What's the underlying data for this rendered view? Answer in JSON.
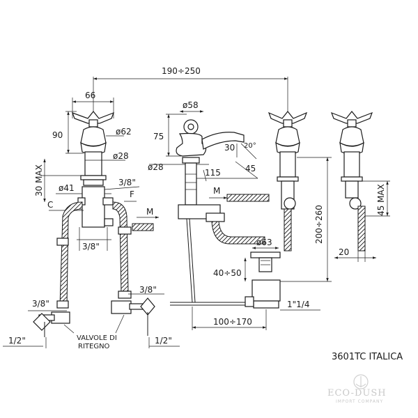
{
  "diagram": {
    "dimensions": {
      "d_190_250": "190÷250",
      "d_66": "66",
      "d_58": "ø58",
      "d_90": "90",
      "d_62": "ø62",
      "d_75": "75",
      "d_28_left": "ø28",
      "d_30_20": "30",
      "d_angle": "20°",
      "d_28_mid": "ø28",
      "d_30max": "30 MAX",
      "d_115": "115",
      "d_45": "45",
      "d_41": "ø41",
      "d_38_top": "3/8\"",
      "d_F": "F",
      "d_C": "C",
      "d_M_left": "M",
      "d_M_mid": "M",
      "d_38_mid": "3/8\"",
      "d_200_260": "200÷260",
      "d_45max": "45 MAX",
      "d_63": "ø63",
      "d_40_50": "40÷50",
      "d_20": "20",
      "d_38_low": "3/8\"",
      "d_38_right": "3/8\"",
      "d_1_14": "1\"1/4",
      "d_100_170": "100÷170",
      "d_12_left": "1/2\"",
      "d_12_right": "1/2\"",
      "valve_line1": "VALVOLE DI",
      "valve_line2": "RITEGNO"
    },
    "product_code": "3601TC  ITALICA",
    "watermark": {
      "name": "ECO-DUSH",
      "sub": "IMPORT COMPANY"
    }
  }
}
